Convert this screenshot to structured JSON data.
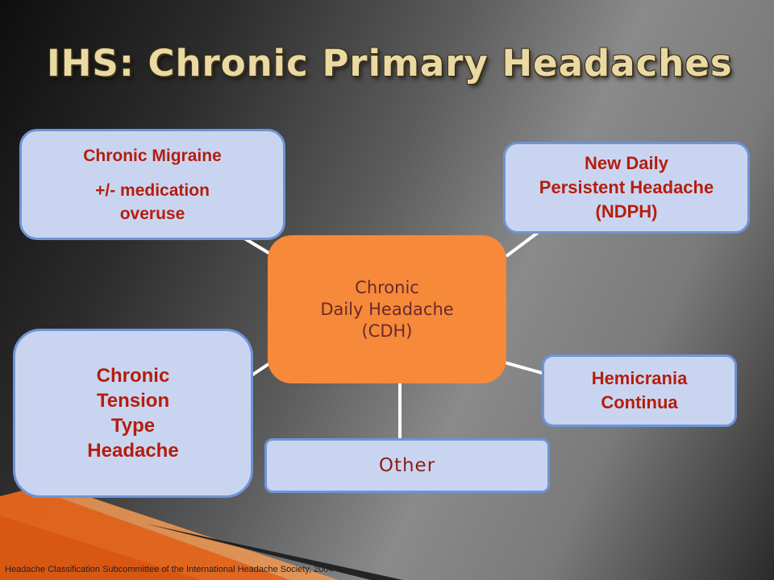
{
  "title": "IHS: Chronic Primary Headaches",
  "center": {
    "lines": [
      "Chronic",
      "Daily Headache",
      "(CDH)"
    ]
  },
  "nodes": {
    "chronic_migraine": {
      "line1": "Chronic Migraine",
      "line2": "+/- medication",
      "line3": "overuse"
    },
    "ndph": {
      "line1": "New Daily",
      "line2": "Persistent Headache",
      "line3": "(NDPH)"
    },
    "tension": {
      "line1": "Chronic",
      "line2": "Tension",
      "line3": "Type",
      "line4": "Headache"
    },
    "hemicrania": {
      "line1": "Hemicrania",
      "line2": "Continua"
    },
    "other": {
      "label": "Other"
    }
  },
  "footer": "Headache Classification Subcommittee of the International Headache Society, 2004",
  "colors": {
    "title": "#ead9a3",
    "center_fill": "#f6893a",
    "node_fill": "#c9d5f0",
    "node_border": "#6f94d6",
    "node_text": "#b51d0d",
    "accent_stripe": "#e8671c"
  }
}
